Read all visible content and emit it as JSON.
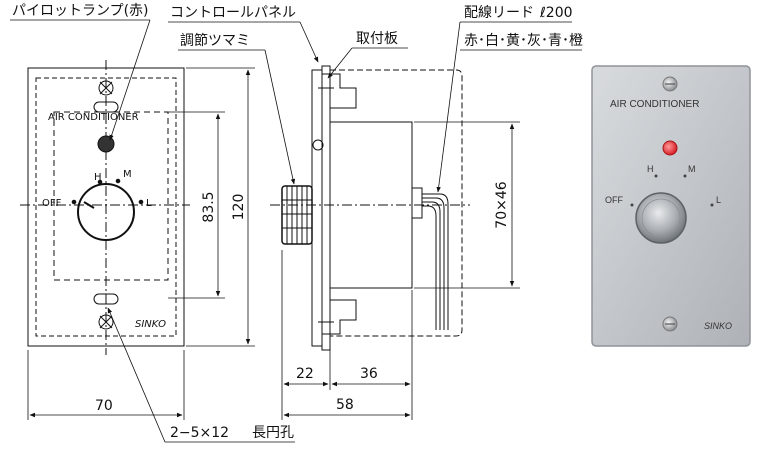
{
  "callouts": {
    "pilot_lamp": "パイロットランプ(赤)",
    "control_panel": "コントロールパネル",
    "adjust_knob": "調節ツマミ",
    "mounting_plate": "取付板",
    "wiring_lead": "配線リード",
    "wiring_lead_length": "ℓ200",
    "wire_colors": "赤･白･黄･灰･青･橙",
    "holes": "2−5×12",
    "holes_type": "長円孔"
  },
  "front_view": {
    "plate_title": "AIR CONDITIONER",
    "brand": "SINKO",
    "switch_labels": {
      "h": "H",
      "m": "M",
      "off": "OFF",
      "l": "L"
    }
  },
  "dimensions": {
    "width": "70",
    "height": "120",
    "inner_height": "83.5",
    "depth_panel": "22",
    "depth_body": "36",
    "depth_total": "58",
    "side_size": "70×46"
  },
  "photo": {
    "title": "AIR CONDITIONER",
    "brand": "SINKO",
    "switch_labels": {
      "h": "H",
      "m": "M",
      "off": "OFF",
      "l": "L"
    },
    "colors": {
      "plate": "#c9ccd0",
      "lamp": "#e8353a",
      "knob": "#b9bdc2"
    }
  }
}
